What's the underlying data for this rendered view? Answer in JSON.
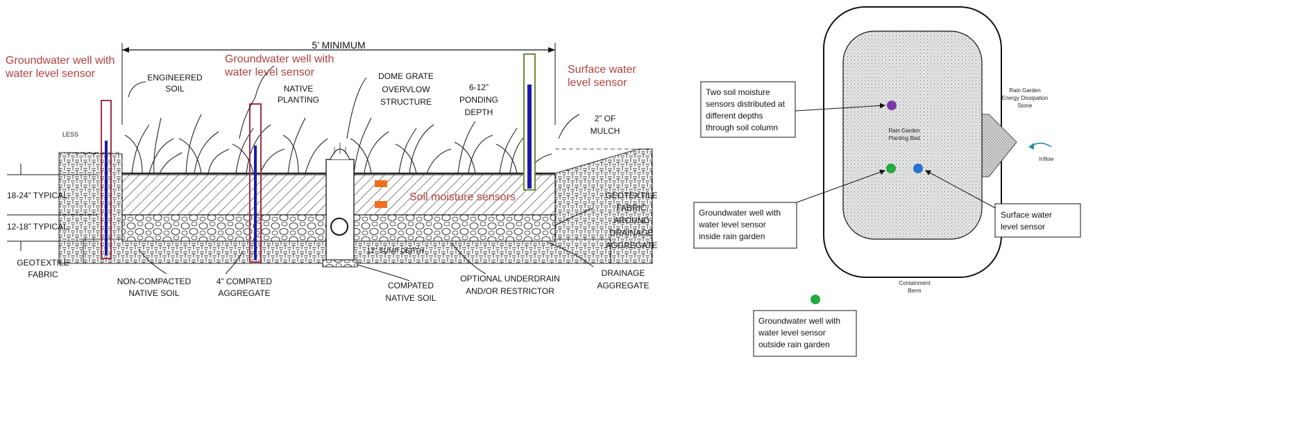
{
  "cross_section": {
    "dimension_label": "5’ MINIMUM",
    "gw_well_outer_label": [
      "Groundwater well with",
      "water level sensor"
    ],
    "gw_well_inner_label": [
      "Groundwater well with",
      "water level sensor"
    ],
    "surface_sensor_label": [
      "Surface water",
      "level sensor"
    ],
    "soil_moisture_label": "Soil moisture sensors",
    "engineered_soil": [
      "ENGINEERED",
      "SOIL"
    ],
    "native_planting": [
      "NATIVE",
      "PLANTING"
    ],
    "dome_grate": [
      "DOME GRATE",
      "OVERVLOW",
      "STRUCTURE"
    ],
    "ponding": [
      "6-12”",
      "PONDING",
      "DEPTH"
    ],
    "mulch": [
      "2” OF",
      "MULCH"
    ],
    "typical_18_24": "18-24” TYPICAL",
    "typical_12_18": "12-18” TYPICAL",
    "geotextile_fabric": [
      "GEOTEXTILE",
      "FABRIC"
    ],
    "geotextile_around": [
      "GEOTEXTILE",
      "FABRIC",
      "AROUND",
      "DRAINAGE",
      "AGGREGATE"
    ],
    "non_compacted": [
      "NON-COMPACTED",
      "NATIVE SOIL"
    ],
    "compacted_aggregate": [
      "4” COMPATED",
      "AGGREGATE"
    ],
    "compacted_native": [
      "COMPATED",
      "NATIVE SOIL"
    ],
    "underdrain": [
      "OPTIONAL UNDERDRAIN",
      "AND/OR RESTRICTOR"
    ],
    "drainage_aggregate": [
      "DRAINAGE",
      "AGGREGATE"
    ],
    "sump_depth": "12” SUMP DEPTH",
    "less_label": "LESS",
    "colors": {
      "gw_box": "#a0304a",
      "sensor_bar": "#1a1aa8",
      "surface_box": "#6a8a3a",
      "moisture": "#f07020",
      "red_text": "#b04040"
    }
  },
  "plan_view": {
    "soil_moisture_box": [
      "Two soil moisture",
      "sensors distributed at",
      "different depths",
      "through soil column"
    ],
    "gw_inside_box": [
      "Groundwater well with",
      "water level sensor",
      "inside rain garden"
    ],
    "surface_box": [
      "Surface water",
      "level sensor"
    ],
    "gw_outside_box": [
      "Groundwater well with",
      "water level sensor",
      "outside rain garden"
    ],
    "planting_bed": [
      "Rain Garden",
      "Planting Bed"
    ],
    "dissipation": [
      "Rain Garden",
      "Energy Dissipation",
      "Stone"
    ],
    "inflow": "Inflow",
    "berm": [
      "Containment",
      "Berm"
    ],
    "colors": {
      "moisture_dot": "#7a3aa8",
      "gw_dot": "#22aa44",
      "surface_dot": "#2a70d0"
    }
  }
}
